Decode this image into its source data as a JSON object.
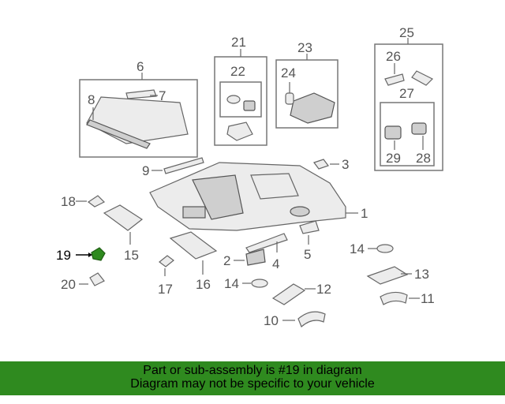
{
  "callouts": {
    "c1": "1",
    "c2": "2",
    "c3": "3",
    "c4": "4",
    "c5": "5",
    "c6": "6",
    "c7": "7",
    "c8": "8",
    "c9": "9",
    "c10": "10",
    "c11": "11",
    "c12": "12",
    "c13": "13",
    "c14a": "14",
    "c14b": "14",
    "c15": "15",
    "c16": "16",
    "c17": "17",
    "c18": "18",
    "c19": "19",
    "c20": "20",
    "c21": "21",
    "c22": "22",
    "c23": "23",
    "c24": "24",
    "c25": "25",
    "c26": "26",
    "c27": "27",
    "c28": "28",
    "c29": "29"
  },
  "highlight": {
    "part_number": "19",
    "color": "#2f8a1f"
  },
  "banner": {
    "line1": "Part or sub-assembly is #19 in diagram",
    "line2": "Diagram may not be specific to your vehicle",
    "background": "#2f8a1f"
  }
}
